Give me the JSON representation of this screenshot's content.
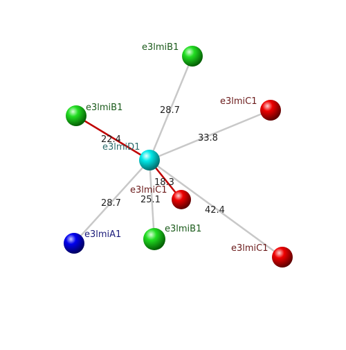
{
  "colors": {
    "center": "#00d8d8",
    "green": "#18c818",
    "red": "#e00000",
    "blue": "#0000cc",
    "bond_grey": "#c8c8c8",
    "bond_red": "#c00000",
    "label_green": "#1a5a1a",
    "label_red": "#6a1a1a",
    "label_blue": "#1a1a7a",
    "label_center": "#2a6a6a"
  },
  "center_node": {
    "label": "e3lmiD1",
    "color_key": "center",
    "icon": "sphere"
  },
  "nodes": [
    {
      "id": "b1-top",
      "label": "e3lmiB1",
      "color_key": "green",
      "label_color_key": "label_green",
      "distance": "28.7",
      "bond": "grey"
    },
    {
      "id": "c1-right",
      "label": "e3lmiC1",
      "color_key": "red",
      "label_color_key": "label_red",
      "distance": "33.8",
      "bond": "grey"
    },
    {
      "id": "b1-left",
      "label": "e3lmiB1",
      "color_key": "green",
      "label_color_key": "label_green",
      "distance": "22.4",
      "bond": "red"
    },
    {
      "id": "c1-near",
      "label": "e3lmiC1",
      "color_key": "red",
      "label_color_key": "label_red",
      "distance": "18.3",
      "bond": "red"
    },
    {
      "id": "b1-bottom",
      "label": "e3lmiB1",
      "color_key": "green",
      "label_color_key": "label_green",
      "distance": "25.1",
      "bond": "grey"
    },
    {
      "id": "a1",
      "label": "e3lmiA1",
      "color_key": "blue",
      "label_color_key": "label_blue",
      "distance": "28.7",
      "bond": "grey"
    },
    {
      "id": "c1-far",
      "label": "e3lmiC1",
      "color_key": "red",
      "label_color_key": "label_red",
      "distance": "42.4",
      "bond": "grey"
    }
  ]
}
